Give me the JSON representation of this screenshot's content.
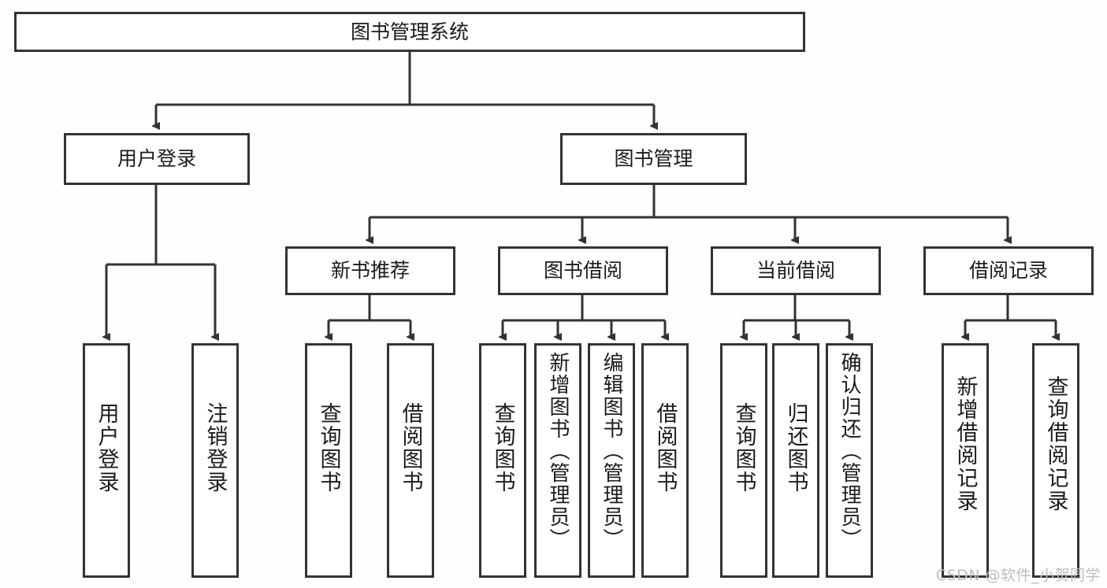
{
  "diagram": {
    "title": "图书管理系统",
    "watermark": "CSDN @软件_小贺同学",
    "line_color": "#333333",
    "box_fill": "#ffffff",
    "background": "#fefefe",
    "root": {
      "label": "图书管理系统"
    },
    "level2": [
      {
        "label": "用户登录"
      },
      {
        "label": "图书管理"
      }
    ],
    "level3": [
      {
        "label": "新书推荐"
      },
      {
        "label": "图书借阅"
      },
      {
        "label": "当前借阅"
      },
      {
        "label": "借阅记录"
      }
    ],
    "leaves": {
      "user_login": [
        {
          "label": "用户登录"
        },
        {
          "label": "注销登录"
        }
      ],
      "new_book": [
        {
          "label": "查询图书"
        },
        {
          "label": "借阅图书"
        }
      ],
      "borrow": [
        {
          "label": "查询图书"
        },
        {
          "label": "新增图书（管理员）"
        },
        {
          "label": "编辑图书（管理员）"
        },
        {
          "label": "借阅图书"
        }
      ],
      "current": [
        {
          "label": "查询图书"
        },
        {
          "label": "归还图书"
        },
        {
          "label": "确认归还（管理员）"
        }
      ],
      "records": [
        {
          "label": "新增借阅记录"
        },
        {
          "label": "查询借阅记录"
        }
      ]
    }
  }
}
